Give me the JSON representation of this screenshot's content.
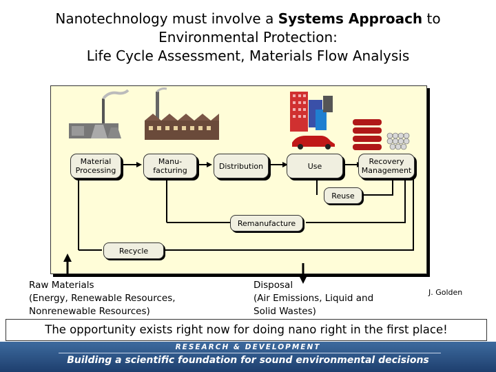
{
  "slide": {
    "title_line1_pre": "Nanotechnology must involve a ",
    "title_line1_bold": "Systems Approach",
    "title_line1_post": " to",
    "title_line2": "Environmental Protection:",
    "title_line3": "Life Cycle Assessment, Materials Flow Analysis"
  },
  "diagram": {
    "stages": [
      "Material Processing",
      "Manu-facturing",
      "Distribution",
      "Use",
      "Recovery Management"
    ],
    "loops": [
      "Reuse",
      "Remanufacture",
      "Recycle"
    ],
    "illustration_icons": [
      "mining-plant-icon",
      "factory-icon",
      "building-icon",
      "car-icon",
      "scrap-cars-icon",
      "recycled-parts-icon"
    ]
  },
  "bottom": {
    "raw_line1": "Raw Materials",
    "raw_line2": "(Energy, Renewable Resources,",
    "raw_line3": "Nonrenewable Resources)",
    "disp_line1": "Disposal",
    "disp_line2": "(Air Emissions, Liquid and",
    "disp_line3": "Solid Wastes)",
    "credit": "J. Golden"
  },
  "opportunity": "The opportunity exists right now for doing nano right in the first place!",
  "footer": {
    "line1": "RESEARCH & DEVELOPMENT",
    "line2": "Building a scientific foundation for sound environmental decisions"
  }
}
